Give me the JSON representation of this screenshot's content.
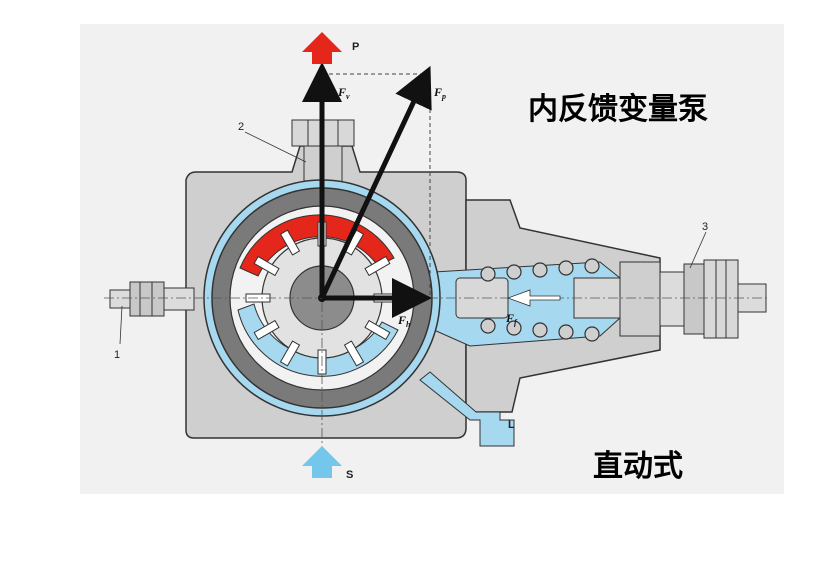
{
  "title": "内反馈变量泵",
  "subtitle": "直动式",
  "ports": {
    "pressure": "P",
    "suction": "S",
    "leakage": "L"
  },
  "forces": {
    "fv": {
      "symbol": "F",
      "sub": "v"
    },
    "fp": {
      "symbol": "F",
      "sub": "p"
    },
    "fh": {
      "symbol": "F",
      "sub": "h"
    },
    "ff": {
      "symbol": "F",
      "sub": "f"
    }
  },
  "callouts": [
    "1",
    "2",
    "3"
  ],
  "colors": {
    "pressure_red": "#e4261b",
    "suction_blue": "#a6d9ef",
    "housing_gray": "#cfcfcf",
    "ring_gray": "#7a7a7a",
    "arrow_black": "#111111"
  }
}
